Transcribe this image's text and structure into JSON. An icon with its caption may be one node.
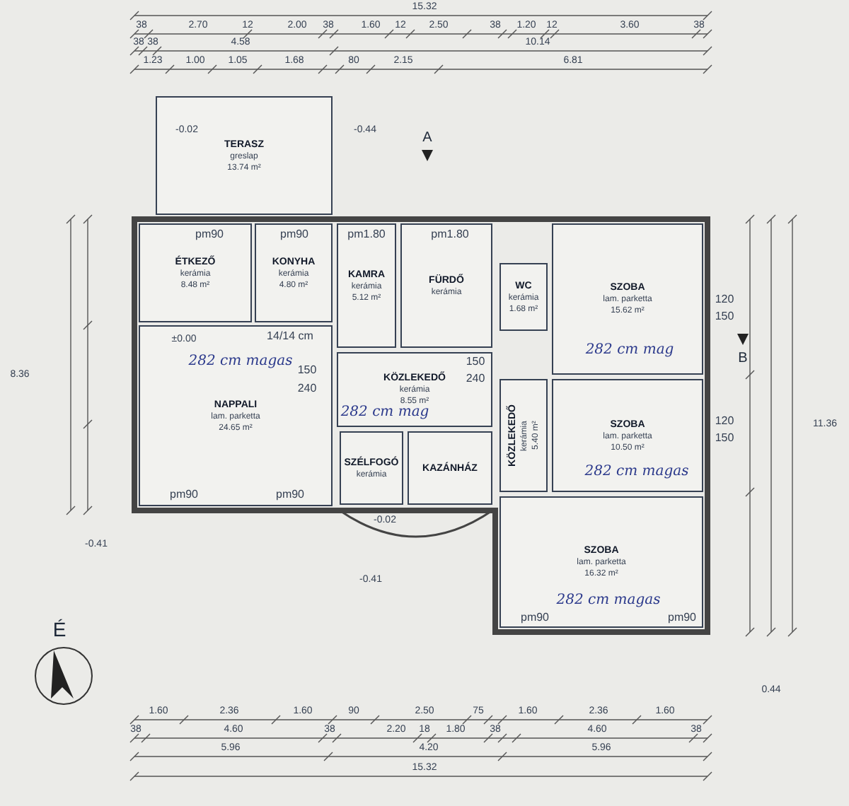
{
  "diagram": {
    "nodes": [
      {
        "text": [
          "TERASZ",
          "greslap",
          "13.74 m²"
        ]
      },
      {
        "text": [
          "ÉTKEZŐ",
          "kerámia",
          "8.48 m²"
        ]
      },
      {
        "text": [
          "KONYHA",
          "kerámia",
          "4.80 m²"
        ]
      },
      {
        "text": [
          "KAMRA",
          "kerámia",
          "5.12 m²"
        ]
      },
      {
        "text": [
          "FÜRDŐ",
          "kerámia"
        ]
      },
      {
        "text": [
          "SZOBA",
          "lam. parketta",
          "15.62 m²"
        ]
      },
      {
        "text": [
          "WC",
          "kerámia",
          "1.68 m²"
        ]
      },
      {
        "text": [
          "NAPPALI",
          "lam. parketta",
          "24.65 m²"
        ]
      },
      {
        "text": [
          "KÖZLEKEDŐ",
          "kerámia",
          "8.55 m²"
        ]
      },
      {
        "text": [
          "SZÉLFOGÓ",
          "kerámia"
        ]
      },
      {
        "text": [
          "KAZÁNHÁZ"
        ]
      },
      {
        "text": [
          "KÖZLEKEDŐ",
          "kerámia",
          "5.40 m²"
        ]
      },
      {
        "text": [
          "SZOBA",
          "lam. parketta",
          "10.50 m²"
        ]
      },
      {
        "text": [
          "SZOBA",
          "lam. parketta",
          "16.32 m²"
        ]
      }
    ],
    "labels": [
      "15.32",
      "38",
      "2.70",
      "12",
      "2.00",
      "38",
      "1.60",
      "12",
      "2.50",
      "38",
      "1.20",
      "12",
      "3.60",
      "38",
      "38",
      "38",
      "4.58",
      "10.14",
      "1.23",
      "1.00",
      "1.05",
      "1.68",
      "80",
      "2.15",
      "6.81",
      "-0.02",
      "-0.44",
      "A",
      "pm90",
      "pm90",
      "pm1.80",
      "pm1.80",
      "120",
      "150",
      "B",
      "±0.00",
      "14/14 cm",
      "282 cm magas",
      "150",
      "240",
      "150",
      "240",
      "282 cm mag",
      "282 cm mag",
      "120",
      "150",
      "282 cm magas",
      "pm90",
      "pm90",
      "-0.02",
      "-0.41",
      "-0.41",
      "282 cm magas",
      "pm90",
      "pm90",
      "É",
      "0.44",
      "8.36",
      "11.36",
      "1.60",
      "2.36",
      "1.60",
      "90",
      "2.50",
      "75",
      "1.60",
      "2.36",
      "1.60",
      "38",
      "4.60",
      "38",
      "2.20",
      "18",
      "1.80",
      "38",
      "4.60",
      "38",
      "5.96",
      "4.20",
      "5.96",
      "15.32"
    ]
  }
}
